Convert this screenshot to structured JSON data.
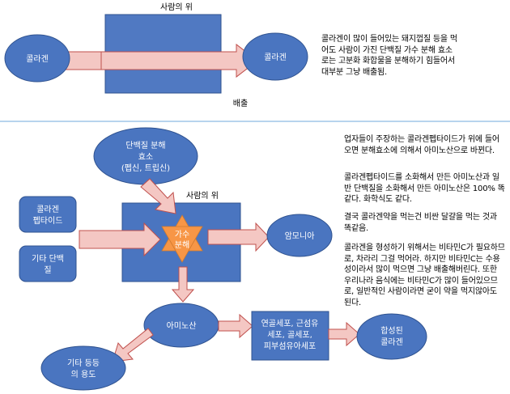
{
  "top": {
    "box_title": "사람의 위",
    "left_ellipse": "콜라겐",
    "right_ellipse": "콜라겐",
    "exit_label": "배출",
    "text": "콜라겐이 많이 들어있는 돼지껍질 등을 먹어도 사람이 가진 단백질 가수 분해 효소로는 고분화 화합물을 분해하기 힘들어서 대부분 그냥 배출됨."
  },
  "bottom": {
    "enzyme_line1": "단백질 분해",
    "enzyme_line2": "효소",
    "enzyme_line3": "(펩신, 트립신)",
    "peptide_line1": "콜라겐",
    "peptide_line2": "펩타이드",
    "other_protein_line1": "기타 단백",
    "other_protein_line2": "질",
    "box_title": "사람의 위",
    "star_line1": "가수",
    "star_line2": "분해",
    "ammonia": "암모니아",
    "amino_acid": "아미노산",
    "other_use_line1": "기타 등등",
    "other_use_line2": "의 용도",
    "cells_line1": "연골세포, 근섬유",
    "cells_line2": "세포, 골세포,",
    "cells_line3": "피부섬유아세포",
    "synth_line1": "합성된",
    "synth_line2": "콜라겐",
    "text_p1": "업자들이 주장하는 콜라겐펩타이드가 위에 들어오면 분해효소에 의해서 아미노산으로 바뀐다.",
    "text_p2": "콜라겐펩타이드를 소화해서 만든 아미노산과 일반 단백질을 소화해서 만든 아미노산은 100% 똑같다. 화학식도 같다.",
    "text_p3": "결국 콜라겐약을 먹는건 비싼 달걀을 먹는 것과 똑같음.",
    "text_p4": "콜라겐을 형성하기 위해서는 비타민C가 필요하므로, 차라리 그걸 먹어라. 하지만 비타민C는 수용성이라서 많이 먹으면 그냥 배출해버린다. 또한 우리나라 음식에는 비타민C가 많이 들어있으므로, 일반적인 사람이라면 굳이 약을 먹지않아도 된다."
  },
  "colors": {
    "shape_fill": "#4a75c0",
    "shape_stroke": "#2f528f",
    "arrow_fill": "#f4c7c3",
    "arrow_stroke": "#c0504d",
    "star_fill": "#f79646",
    "divider": "#6fa8dc"
  }
}
